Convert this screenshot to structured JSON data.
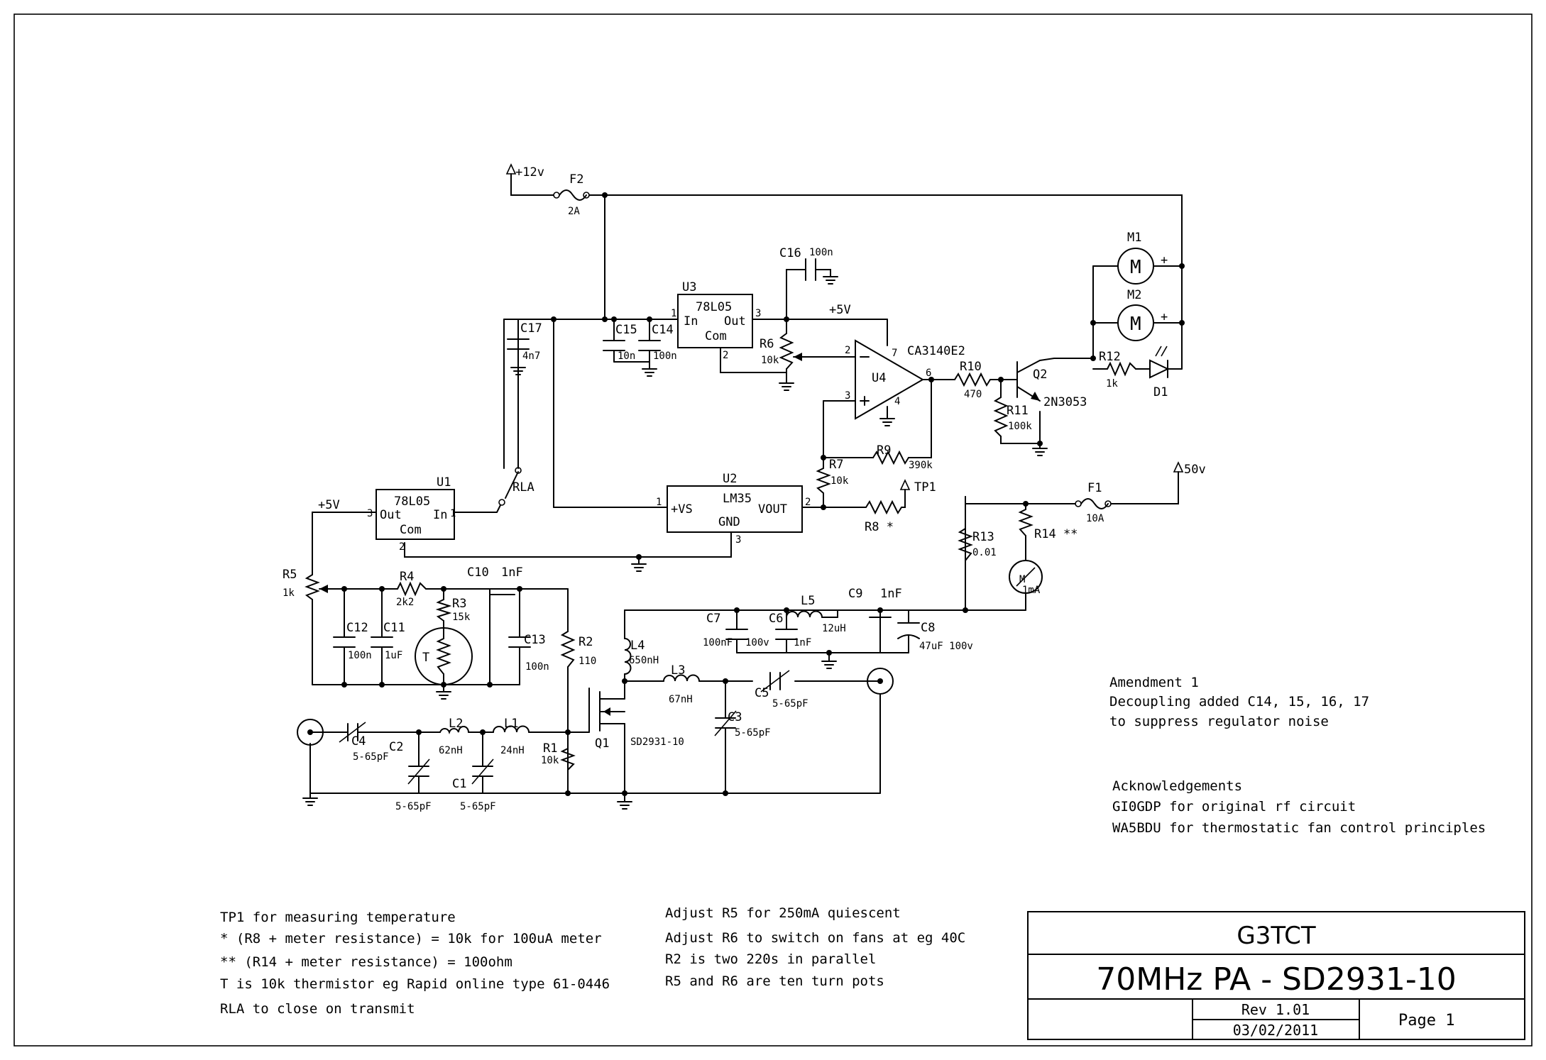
{
  "labels": {
    "p12v": "+12v",
    "f2": "F2",
    "f2v": "2A",
    "p50v": "50v",
    "f1": "F1",
    "f1v": "10A",
    "c16": "C16",
    "c16v": "100n",
    "u3": "U3",
    "u3part": "78L05",
    "u3in": "In",
    "u3out": "Out",
    "u3com": "Com",
    "u3p1": "1",
    "u3p2": "2",
    "u3p3": "3",
    "c15": "C15",
    "c15v": "10n",
    "c14": "C14",
    "c14v": "100n",
    "c17": "C17",
    "c17v": "4n7",
    "p5v_top": "+5V",
    "r6": "R6",
    "r6v": "10k",
    "u4": "U4",
    "u4part": "CA3140E2",
    "u4p2": "2",
    "u4p3": "3",
    "u4p4": "4",
    "u4p6": "6",
    "u4p7": "7",
    "r10": "R10",
    "r10v": "470",
    "r11": "R11",
    "r11v": "100k",
    "q2": "Q2",
    "q2part": "2N3053",
    "r12": "R12",
    "r12v": "1k",
    "d1": "D1",
    "m1": "M1",
    "m2": "M2",
    "mot": "M",
    "plus": "+",
    "r9": "R9",
    "r9v": "390k",
    "r7": "R7",
    "r7v": "10k",
    "tp1": "TP1",
    "r8": "R8 *",
    "u2": "U2",
    "u2part": "LM35",
    "u2vs": "+VS",
    "u2gnd": "GND",
    "u2vout": "VOUT",
    "u2p1": "1",
    "u2p2": "2",
    "u2p3": "3",
    "u1": "U1",
    "u1part": "78L05",
    "u1in": "In",
    "u1out": "Out",
    "u1com": "Com",
    "u1p1": "1",
    "u1p2": "2",
    "u1p3": "3",
    "rla": "RLA",
    "p5v_left": "+5V",
    "r5": "R5",
    "r5v": "1k",
    "r4": "R4",
    "r4v": "2k2",
    "r3": "R3",
    "r3v": "15k",
    "c10": "C10",
    "c10v": "1nF",
    "c12": "C12",
    "c12v": "100n",
    "c11": "C11",
    "c11v": "1uF",
    "therm": "T",
    "c13": "C13",
    "c13v": "100n",
    "r2": "R2",
    "r2v": "110",
    "r13": "R13",
    "r13v": "0.01",
    "r14": "R14 **",
    "meter": "M",
    "meterv": "1mA",
    "c9": "C9",
    "c9v": "1nF",
    "c8": "C8",
    "c8v": "47uF 100v",
    "c7": "C7",
    "c7v": "100nF",
    "c6": "C6",
    "c6v": "1nF",
    "v100": "100v",
    "l5": "L5",
    "l5v": "12uH",
    "l4": "L4",
    "l4v": "650nH",
    "l3": "L3",
    "l3v": "67nH",
    "c5": "C5",
    "c5v": "5-65pF",
    "c3": "C3",
    "c3v": "5-65pF",
    "q1": "Q1",
    "q1part": "SD2931-10",
    "c4": "C4",
    "c4v": "5-65pF",
    "l2": "L2",
    "l2v": "62nH",
    "l1": "L1",
    "l1v": "24nH",
    "r1": "R1",
    "r1v": "10k",
    "c2": "C2",
    "c2v": "5-65pF",
    "c1": "C1",
    "c1v": "5-65pF"
  },
  "notes": {
    "amendment": [
      "Amendment 1",
      "Decoupling added C14, 15, 16, 17",
      "to suppress regulator noise"
    ],
    "acknowledgements": [
      "Acknowledgements",
      "GI0GDP for original rf circuit",
      "WA5BDU for thermostatic fan control principles"
    ],
    "left": [
      "TP1 for measuring temperature",
      "* (R8 + meter resistance) = 10k for 100uA meter",
      "** (R14 + meter resistance) = 100ohm",
      "T is 10k thermistor eg Rapid online type 61-0446",
      "RLA to close on transmit"
    ],
    "middle": [
      "Adjust R5 for 250mA quiescent",
      "Adjust R6 to switch on fans at eg 40C",
      "R2 is two 220s in parallel",
      "R5 and R6 are ten turn pots"
    ]
  },
  "title_block": {
    "author": "G3TCT",
    "title": "70MHz PA - SD2931-10",
    "rev": "Rev 1.01",
    "date": "03/02/2011",
    "page": "Page 1"
  }
}
